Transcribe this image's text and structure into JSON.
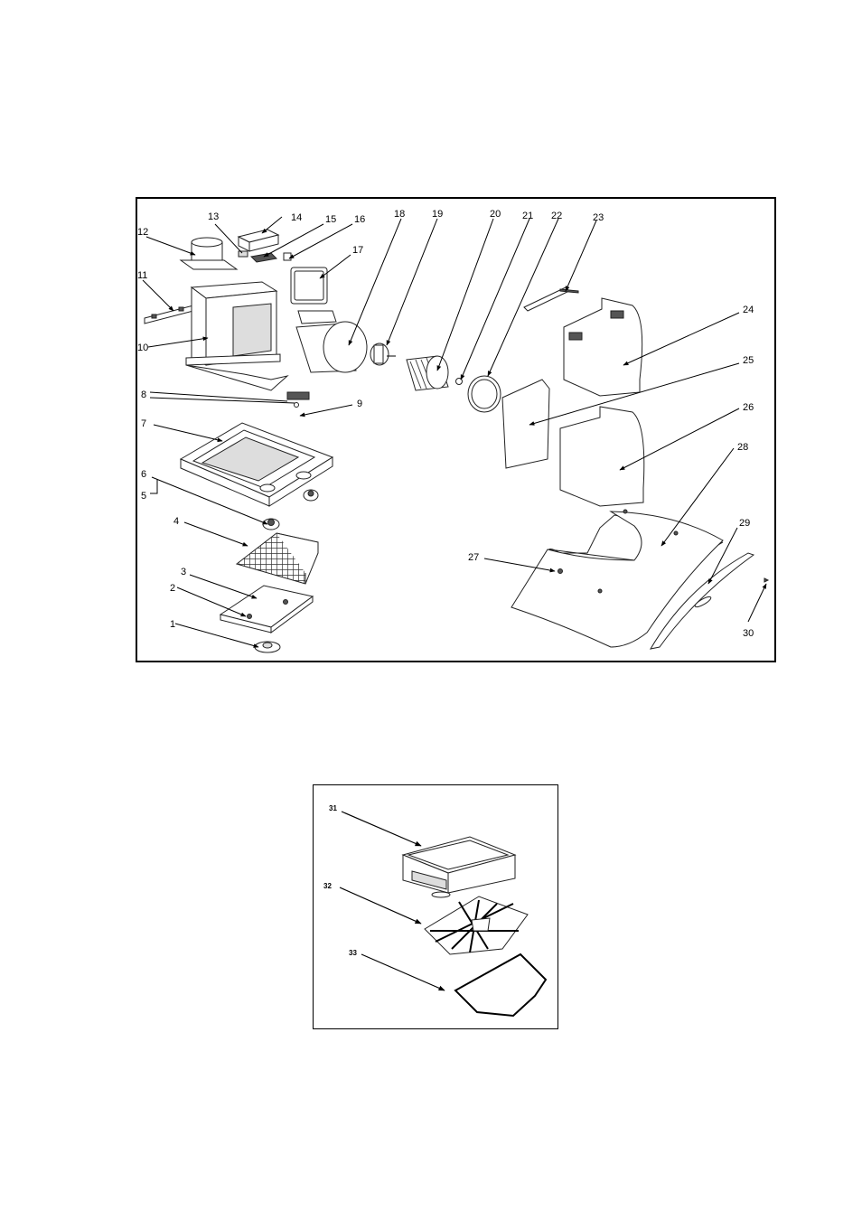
{
  "main_diagram": {
    "labels": [
      "1",
      "2",
      "3",
      "4",
      "5",
      "6",
      "7",
      "8",
      "9",
      "10",
      "11",
      "12",
      "13",
      "14",
      "15",
      "16",
      "17",
      "18",
      "19",
      "20",
      "21",
      "22",
      "23",
      "24",
      "25",
      "26",
      "27",
      "28",
      "29",
      "30"
    ]
  },
  "sub_diagram": {
    "labels": [
      "31",
      "32",
      "33"
    ]
  }
}
